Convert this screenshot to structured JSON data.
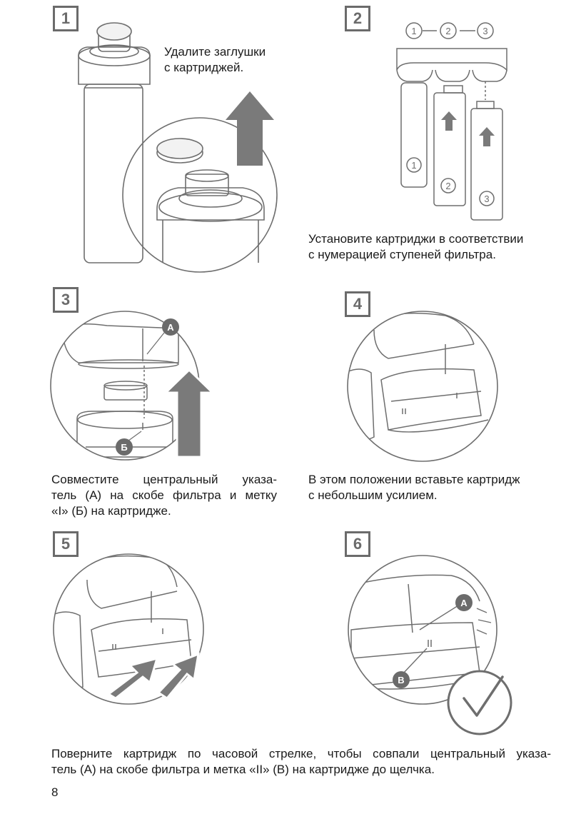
{
  "steps": [
    {
      "number": "1",
      "caption_lines": [
        "Удалите заглушки",
        "с картриджей."
      ]
    },
    {
      "number": "2",
      "caption_lines": [
        "Установите картриджи в соответствии",
        "с нумерацией ступеней фильтра."
      ],
      "stage_numbers": [
        "1",
        "2",
        "3"
      ]
    },
    {
      "number": "3",
      "caption_lines": [
        "Совместите центральный указа-",
        "тель (А) на скобе фильтра и метку",
        "«I» (Б) на картридже."
      ],
      "markers": [
        "А",
        "Б"
      ]
    },
    {
      "number": "4",
      "caption_lines": [
        "В этом положении вставьте картридж",
        "с небольшим усилием."
      ]
    },
    {
      "number": "5"
    },
    {
      "number": "6",
      "markers": [
        "А",
        "В"
      ]
    }
  ],
  "bottom_caption_lines": [
    "Поверните картридж по часовой стрелке, чтобы совпали центральный указа-",
    "тель (А) на скобе фильтра и метка «II» (В) на картридже до щелчка."
  ],
  "page_number": "8",
  "colors": {
    "badge": "#6b6b6b",
    "arrow": "#7a7a7a",
    "line": "#6e6e6e",
    "marker": "#6b6b6b"
  }
}
